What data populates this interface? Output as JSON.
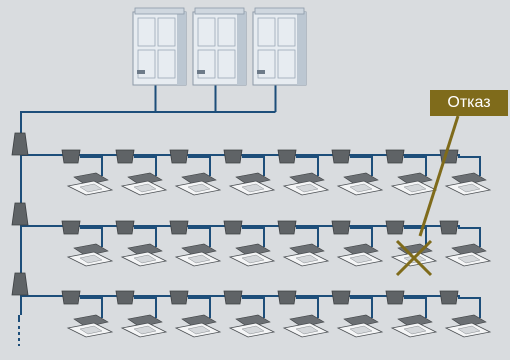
{
  "colors": {
    "background": "#d9dcdf",
    "pipe": "#1d4e7a",
    "unit_front": "#e7ecf1",
    "unit_side": "#bcc7d2",
    "unit_grille": "#9aa8b6",
    "branch_box": "#5f6366",
    "cassette_body": "#6b6f73",
    "cassette_panel": "#f4f5f6",
    "failure": "#7f6b1b"
  },
  "icons": {
    "outdoor_unit": "vrf-outdoor-unit-icon",
    "indoor_unit": "ceiling-cassette-icon",
    "branch": "refnet-branch-icon",
    "failure_mark": "x-mark-icon"
  },
  "outdoor_units": {
    "count": 3
  },
  "indoor_rows": {
    "count": 3,
    "units_per_row": 8
  },
  "failure": {
    "label": "Отказ",
    "row": 2,
    "unit": 7
  }
}
